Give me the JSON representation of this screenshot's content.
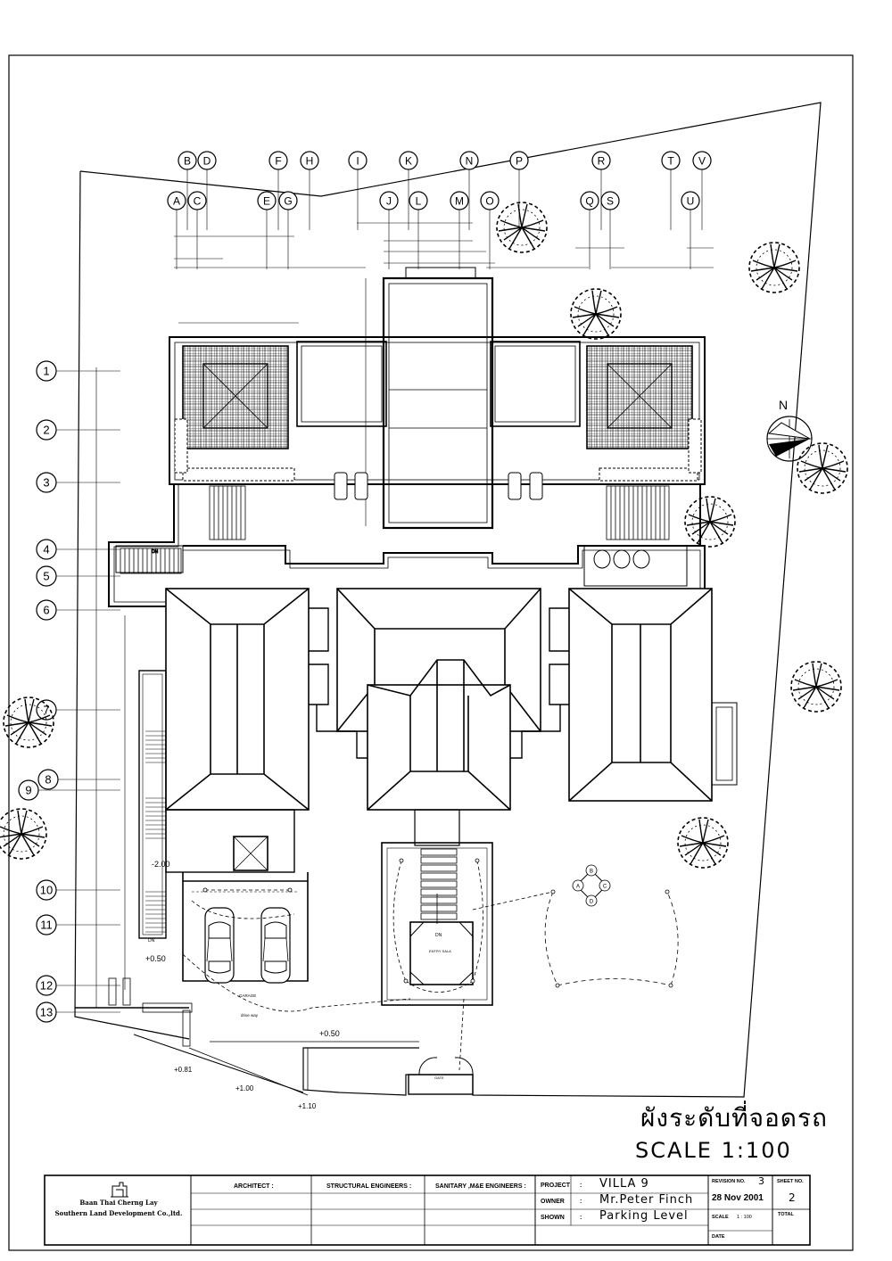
{
  "grid_columns_top": [
    "B",
    "D",
    "F",
    "H",
    "I",
    "K",
    "N",
    "P",
    "R",
    "T",
    "V"
  ],
  "grid_columns_bottom": [
    "A",
    "C",
    "E",
    "G",
    "J",
    "L",
    "M",
    "O",
    "Q",
    "S",
    "U"
  ],
  "grid_rows": [
    "1",
    "2",
    "3",
    "4",
    "5",
    "6",
    "7",
    "8",
    "9",
    "10",
    "11",
    "12",
    "13"
  ],
  "north_label": "N",
  "room_labels": {
    "dn_stair": "DN",
    "dn_entry": "DN",
    "garage": "GARAGE",
    "drive_way": "drive way",
    "entry_sala": "ENTRY SALA",
    "gate": "GATE"
  },
  "elevations": {
    "garage_floor": "-2.00",
    "ramp": "+0.50",
    "drive": "+0.50",
    "road_1": "+0.81",
    "road_2": "+1.00",
    "road_3": "+1.10"
  },
  "section_markers": [
    "A",
    "B",
    "C",
    "D"
  ],
  "drawing_title": "ผังระดับที่จอดรถ",
  "scale_label": "SCALE  1:100",
  "title_block": {
    "company_line1": "Baan Thai Cherng Lay",
    "company_line2": "Southern Land Development Co.,ltd.",
    "architect_label": "ARCHITECT :",
    "structural_label": "STRUCTURAL ENGINEERS :",
    "sanitary_label": "SANITARY ,M&E ENGINEERS :",
    "project_label": "PROJECT",
    "project_value": "VILLA 9",
    "owner_label": "OWNER",
    "owner_value": "Mr.Peter  Finch",
    "shown_label": "SHOWN",
    "shown_value": "Parking Level",
    "revision_label": "REVISION NO.",
    "revision_value": "3",
    "date_value": "28 Nov 2001",
    "scale_label": "SCALE",
    "scale_value": "1 : 100",
    "date_label": "DATE",
    "sheet_label": "SHEET NO.",
    "sheet_value": "2",
    "total_label": "TOTAL"
  }
}
